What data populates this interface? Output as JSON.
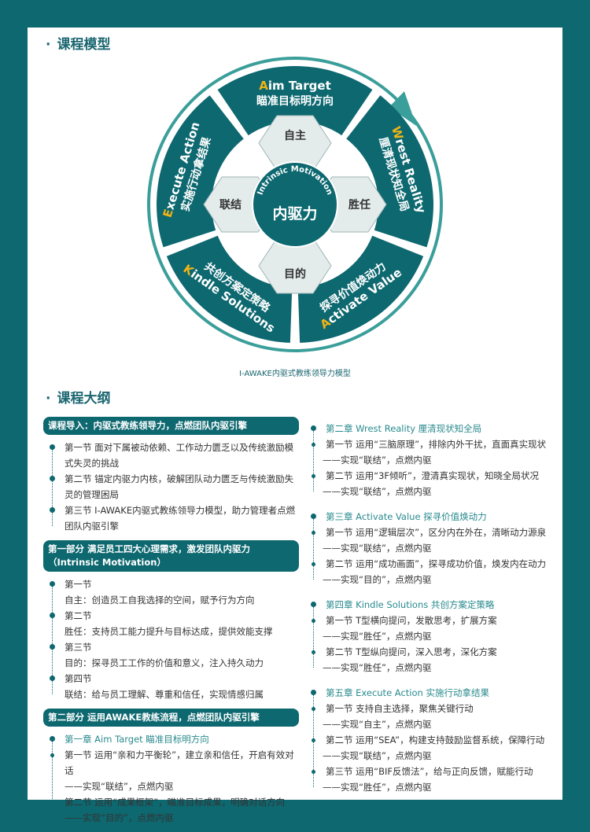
{
  "sections": {
    "model_title": "课程模型",
    "outline_title": "课程大纲",
    "bullet": "·"
  },
  "model": {
    "center_en": "Intrinsic Motivation",
    "center_cn": "内驱力",
    "hexagons": [
      "自主",
      "胜任",
      "目的",
      "联结"
    ],
    "segments": [
      {
        "initial": "A",
        "en_rest": "im Target",
        "cn": "瞄准目标明方向"
      },
      {
        "initial": "W",
        "en_rest": "rest Reality",
        "cn": "厘清现状知全局"
      },
      {
        "initial": "A",
        "en_rest": "ctivate Value",
        "cn": "探寻价值焕动力"
      },
      {
        "initial": "K",
        "en_rest": "indle Solutions",
        "cn": "共创方案定策略"
      },
      {
        "initial": "E",
        "en_rest": "xecute Action",
        "cn": "实施行动拿结果"
      }
    ],
    "caption": "I-AWAKE内驱式教练领导力模型",
    "colors": {
      "dark": "#0d6870",
      "ring": "#3a9e9a",
      "accent": "#f2b316",
      "hex": "#e4ebeb"
    }
  },
  "outline": {
    "left": [
      {
        "header": "课程导入：内驱式教练领导力，点燃团队内驱引擎",
        "items": [
          {
            "lines": [
              "第一节 面对下属被动依赖、工作动力匮乏以及传统激励模式失灵的挑战"
            ]
          },
          {
            "lines": [
              "第二节 锚定内驱力内核，破解团队动力匮乏与传统激励失灵的管理困局"
            ]
          },
          {
            "lines": [
              "第三节 I-AWAKE内驱式教练领导力模型，助力管理者点燃团队内驱引擎"
            ]
          }
        ]
      },
      {
        "header": "第一部分 满足员工四大心理需求，激发团队内驱力（Intrinsic Motivation）",
        "items": [
          {
            "lines": [
              "第一节",
              "自主：创造员工自我选择的空间，赋予行为方向"
            ]
          },
          {
            "lines": [
              "第二节",
              "胜任：支持员工能力提升与目标达成，提供效能支撑"
            ]
          },
          {
            "lines": [
              "第三节",
              "目的：探寻员工工作的价值和意义，注入持久动力"
            ]
          },
          {
            "lines": [
              "第四节",
              "联结：给与员工理解、尊重和信任，实现情感归属"
            ]
          }
        ]
      },
      {
        "header": "第二部分 运用AWAKE教练流程，点燃团队内驱引擎",
        "chapter": "第一章 Aim Target 瞄准目标明方向",
        "items": [
          {
            "lines": [
              "第一节 运用“亲和力平衡轮”，建立亲和信任，开启有效对话",
              "——实现“联结”，点燃内驱"
            ]
          },
          {
            "lines": [
              "第二节 运用“成果框架”，瞄准目标成果，明确对话方向",
              "——实现“目的”，点燃内驱"
            ]
          }
        ]
      }
    ],
    "right": [
      {
        "chapter": "第二章 Wrest Reality 厘清现状知全局",
        "items": [
          {
            "lines": [
              "第一节 运用“三脑原理”，排除内外干扰，直面真实现状",
              "——实现“联结”，点燃内驱"
            ]
          },
          {
            "lines": [
              "第二节 运用“3F倾听”，澄清真实现状，知晓全局状况",
              "——实现“联结”，点燃内驱"
            ]
          }
        ]
      },
      {
        "chapter": "第三章 Activate Value 探寻价值焕动力",
        "items": [
          {
            "lines": [
              "第一节 运用“逻辑层次”，区分内在外在，清晰动力源泉",
              "——实现“联结”，点燃内驱"
            ]
          },
          {
            "lines": [
              "第二节 运用“成功画面”，探寻成功价值，焕发内在动力",
              "——实现“目的”，点燃内驱"
            ]
          }
        ]
      },
      {
        "chapter": "第四章 Kindle Solutions 共创方案定策略",
        "items": [
          {
            "lines": [
              "第一节 T型横向提问，发散思考，扩展方案",
              "——实现“胜任”，点燃内驱"
            ]
          },
          {
            "lines": [
              "第二节 T型纵向提问，深入思考，深化方案",
              "——实现“胜任”，点燃内驱"
            ]
          }
        ]
      },
      {
        "chapter": "第五章 Execute Action 实施行动拿结果",
        "items": [
          {
            "lines": [
              "第一节 支持自主选择，聚焦关键行动",
              "——实现“自主”，点燃内驱"
            ]
          },
          {
            "lines": [
              "第二节 运用“SEA”，构建支持鼓励监督系统，保障行动",
              "——实现“联结”，点燃内驱"
            ]
          },
          {
            "lines": [
              "第三节 运用“BIF反馈法”，给与正向反馈，赋能行动",
              "——实现“胜任”，点燃内驱"
            ]
          }
        ]
      }
    ]
  }
}
